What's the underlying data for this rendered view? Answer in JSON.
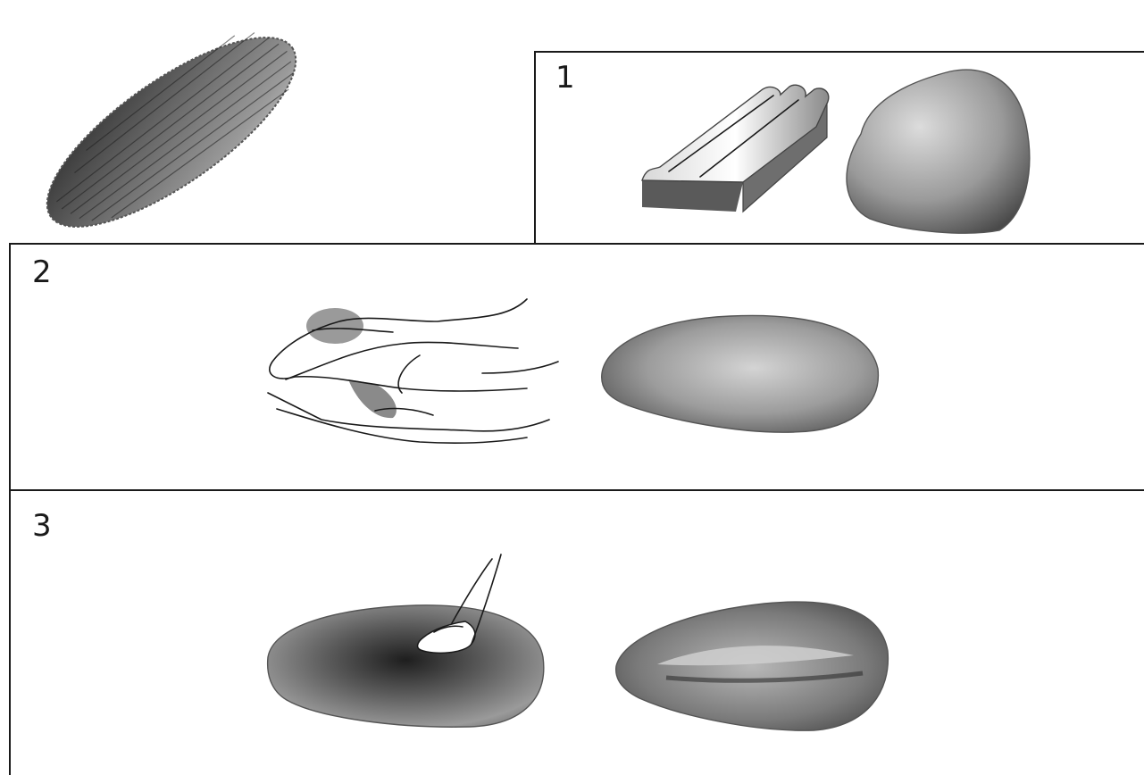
{
  "steps": [
    {
      "number": "1",
      "left_item": "clay-coil-icon",
      "right_item": "clay-lump-icon"
    },
    {
      "number": "2",
      "left_item": "hands-rolling-clay-icon",
      "right_item": "clay-egg-shape-icon"
    },
    {
      "number": "3",
      "left_item": "thumb-pressing-clay-icon",
      "right_item": "grooved-clay-shape-icon"
    }
  ],
  "final_item": "finished-textured-clay-oval-icon",
  "colors": {
    "line": "#1a1a1a",
    "background": "#ffffff",
    "clay_dark": "#3c3c3c",
    "clay_light": "#b4b4b4"
  }
}
